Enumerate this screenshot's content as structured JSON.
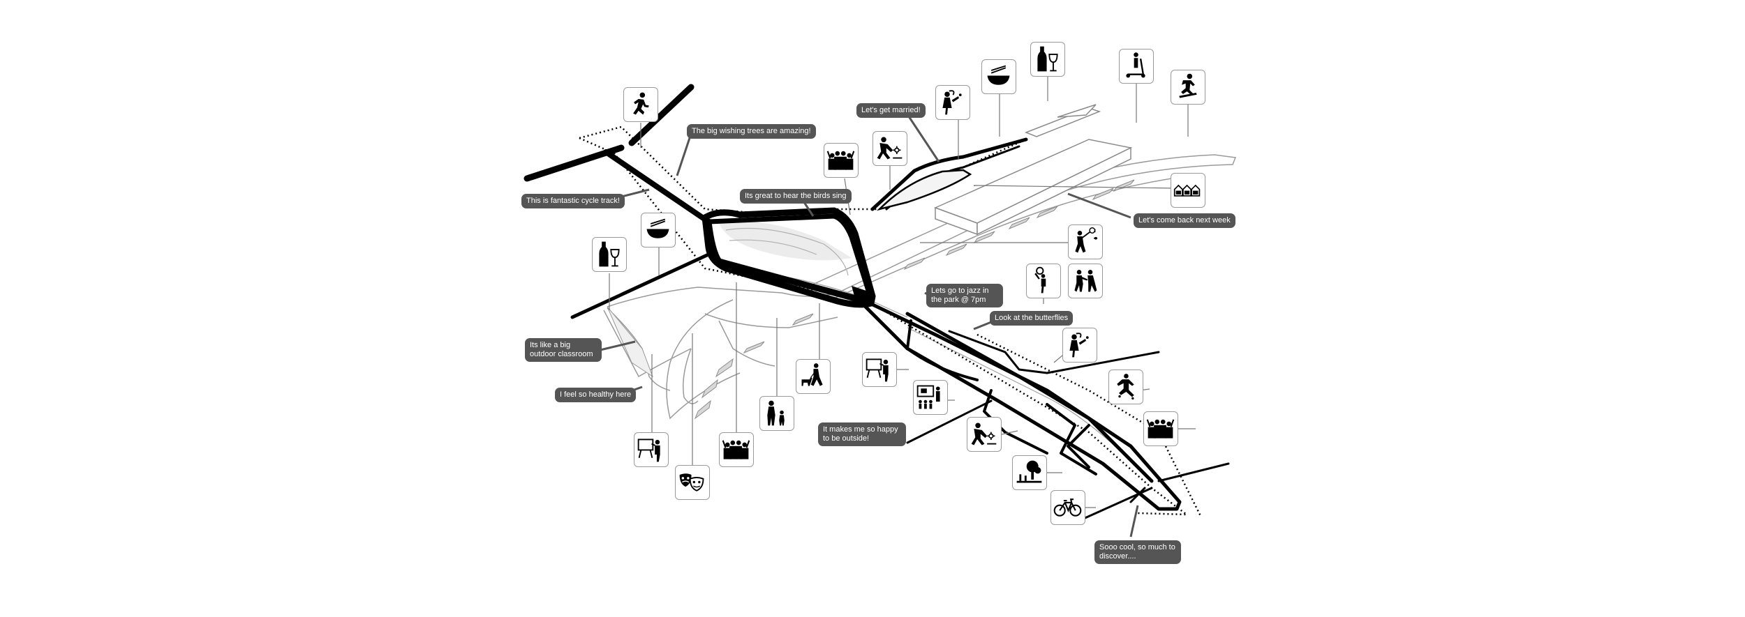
{
  "diagram": {
    "type": "park activity map",
    "colors": {
      "path": "#000000",
      "bubble": "#555555",
      "bubble_text": "#ffffff",
      "leader": "#555555"
    }
  },
  "callouts": [
    {
      "id": "wishing-trees",
      "text": "The big wishing trees are amazing!"
    },
    {
      "id": "cycle-track",
      "text": "This is  fantastic cycle track!"
    },
    {
      "id": "married",
      "text": "Let's get married!"
    },
    {
      "id": "birds",
      "text": "Its great to hear the birds sing"
    },
    {
      "id": "come-back",
      "text": "Let's come back next week"
    },
    {
      "id": "jazz",
      "text": "Lets go to jazz in the park @ 7pm"
    },
    {
      "id": "butterflies",
      "text": "Look at the butterflies"
    },
    {
      "id": "classroom",
      "text": "Its like a big outdoor classroom"
    },
    {
      "id": "healthy",
      "text": "I feel so healthy here"
    },
    {
      "id": "happy",
      "text": "It makes me so happy to be outside!"
    },
    {
      "id": "discover",
      "text": "Sooo cool, so much to discover...."
    }
  ],
  "activity_icons": [
    {
      "id": "a1",
      "icon": "running-person-icon"
    },
    {
      "id": "a2",
      "icon": "wedding-couple-icon"
    },
    {
      "id": "a3",
      "icon": "noodle-bowl-icon"
    },
    {
      "id": "a4",
      "icon": "wine-icon"
    },
    {
      "id": "a5",
      "icon": "scooter-icon"
    },
    {
      "id": "a6",
      "icon": "skateboard-icon"
    },
    {
      "id": "a7",
      "icon": "crowd-icon"
    },
    {
      "id": "a8",
      "icon": "gardening-icon"
    },
    {
      "id": "a9",
      "icon": "market-stalls-icon"
    },
    {
      "id": "a10",
      "icon": "noodle-bowl-icon"
    },
    {
      "id": "a11",
      "icon": "wine-icon"
    },
    {
      "id": "a12",
      "icon": "musician-icon"
    },
    {
      "id": "a13",
      "icon": "dancing-icon"
    },
    {
      "id": "a14",
      "icon": "butterfly-net-icon"
    },
    {
      "id": "a15",
      "icon": "wedding-couple-icon"
    },
    {
      "id": "a16",
      "icon": "teacher-board-icon"
    },
    {
      "id": "a17",
      "icon": "dog-walking-icon"
    },
    {
      "id": "a18",
      "icon": "cinema-icon"
    },
    {
      "id": "a19",
      "icon": "rollerskate-icon"
    },
    {
      "id": "a20",
      "icon": "crowd-icon"
    },
    {
      "id": "a21",
      "icon": "gardening-icon"
    },
    {
      "id": "a22",
      "icon": "picnic-trees-icon"
    },
    {
      "id": "a23",
      "icon": "bicycle-icon"
    },
    {
      "id": "a24",
      "icon": "parent-child-icon"
    },
    {
      "id": "a25",
      "icon": "teacher-board-icon"
    },
    {
      "id": "a26",
      "icon": "crowd-icon"
    },
    {
      "id": "a27",
      "icon": "theatre-masks-icon"
    }
  ]
}
